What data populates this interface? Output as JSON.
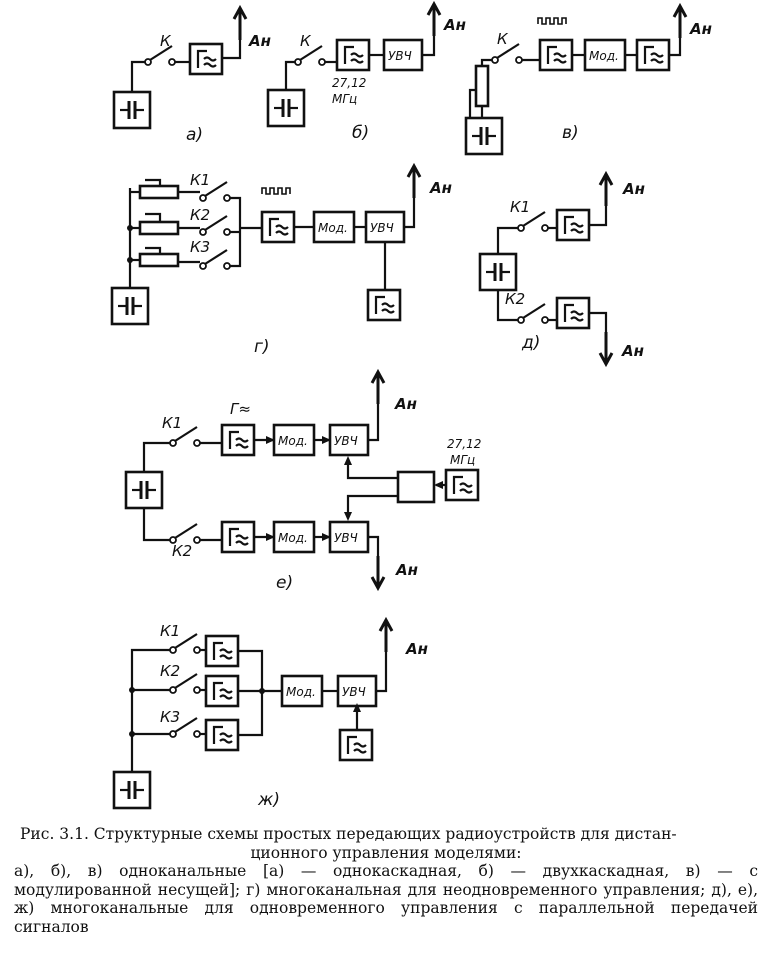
{
  "labels": {
    "antenna": "Ан",
    "key": "К",
    "k1": "К1",
    "k2": "К2",
    "k3": "К3",
    "osc": "Г≈",
    "osc_g": "Г",
    "wave": "≈",
    "mod": "Мод.",
    "uvch": "УВЧ",
    "freq_line1": "27,12",
    "freq_line2": "МГц"
  },
  "subfig": {
    "a": "а)",
    "b": "б)",
    "v": "в)",
    "g": "г)",
    "d": "д)",
    "e": "е)",
    "zh": "ж)"
  },
  "caption": {
    "line1": "Рис. 3.1. Структурные схемы простых передающих радиоустройств для дистан-",
    "line2": "ционного управления моделями:",
    "line3": "а), б), в) одноканальные [а) — однокаскадная, б) — двухкаскадная, в) — с модулированной несущей]; г) многоканальная для неодновременного управления; д), е), ж) многоканальные для одновременного управления с параллельной передачей сигналов",
    "line4": ""
  }
}
